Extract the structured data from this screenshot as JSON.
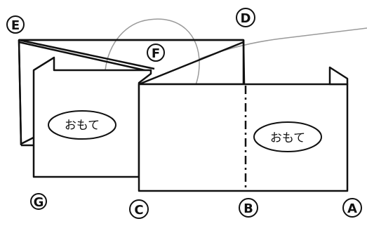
{
  "points": [
    {
      "id": "point-e",
      "label": "E"
    },
    {
      "id": "point-d",
      "label": "D"
    },
    {
      "id": "point-f",
      "label": "F"
    },
    {
      "id": "point-g",
      "label": "G"
    },
    {
      "id": "point-c",
      "label": "C"
    },
    {
      "id": "point-b",
      "label": "B"
    },
    {
      "id": "point-a",
      "label": "A"
    }
  ],
  "panels": {
    "left_label": "おもて",
    "right_label": "おもて"
  },
  "colors": {
    "ink": "#111111",
    "highlight": "#9a9a9a"
  }
}
